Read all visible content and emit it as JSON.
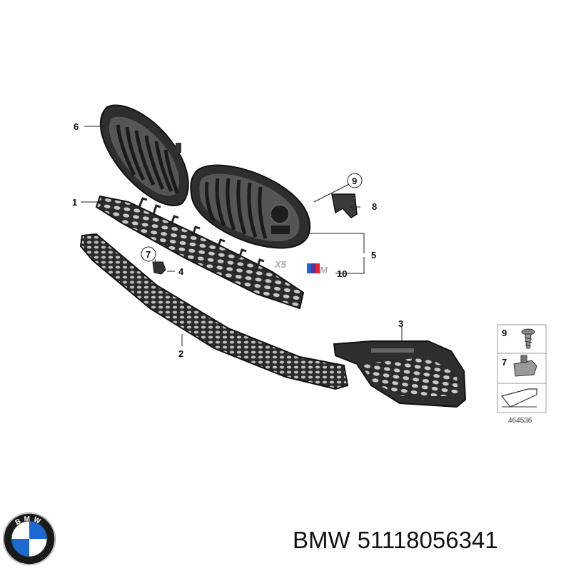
{
  "callouts": {
    "c1": "1",
    "c2": "2",
    "c3": "3",
    "c4": "4",
    "c5": "5",
    "c6": "6",
    "c7": "7",
    "c8": "8",
    "c9": "9",
    "c10": "10"
  },
  "legend": {
    "item_9": "9",
    "item_7": "7",
    "diagram_number": "464536"
  },
  "badges": {
    "model": "X5",
    "m": "M"
  },
  "caption": {
    "brand": "BMW",
    "part_number": "51118056341"
  },
  "logo": {
    "text": "BMW"
  },
  "colors": {
    "part_fill": "#2b2b2b",
    "line": "#222222",
    "logo_blue": "#1c69d4"
  }
}
